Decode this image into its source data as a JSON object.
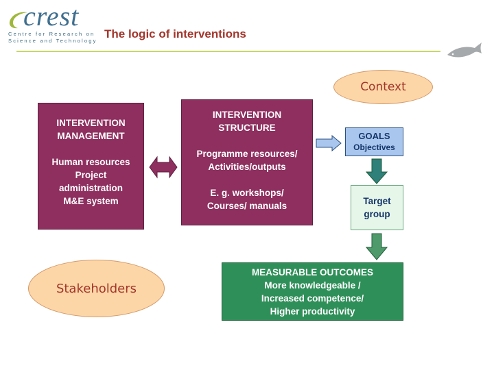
{
  "header": {
    "logo_word": "crest",
    "logo_sub_line1": "Centre for Research on",
    "logo_sub_line2": "Science and Technology",
    "title": "The logic of interventions"
  },
  "context_label": "Context",
  "stakeholders_label": "Stakeholders",
  "management": {
    "title_line1": "INTERVENTION",
    "title_line2": "MANAGEMENT",
    "items": [
      "Human resources",
      "Project",
      "administration",
      "M&E system"
    ]
  },
  "structure": {
    "title_line1": "INTERVENTION",
    "title_line2": "STRUCTURE",
    "line1": "Programme resources/",
    "line2": "Activities/outputs",
    "line3": "E. g. workshops/",
    "line4": "Courses/ manuals"
  },
  "goals": {
    "title": "GOALS",
    "subtitle": "Objectives"
  },
  "target_group": {
    "line1": "Target",
    "line2": "group"
  },
  "outcomes": {
    "title": "MEASURABLE OUTCOMES",
    "line1": "More knowledgeable /",
    "line2": "Increased competence/",
    "line3": "Higher productivity"
  },
  "colors": {
    "maroon_box": "#8e2f5f",
    "title_red": "#a3352b",
    "goals_blue": "#a9c7ee",
    "outcomes_green": "#2f8f59",
    "target_bg": "#e6f6e9",
    "ellipse_peach": "#fcd6a6",
    "rule_green": "#c7d66a",
    "arrow_green": "#4f9a6a",
    "arrow_blue": "#a9c7ee"
  },
  "icons": [
    "crest-logo-icon",
    "fish-logo-icon",
    "double-arrow-icon",
    "right-arrow-icon",
    "down-arrow-icon"
  ]
}
